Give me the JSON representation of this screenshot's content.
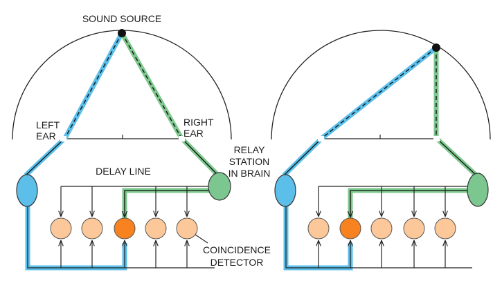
{
  "labels": {
    "sound_source": "SOUND SOURCE",
    "left_ear": [
      "LEFT",
      "EAR"
    ],
    "right_ear": [
      "RIGHT",
      "EAR"
    ],
    "relay_station": [
      "RELAY",
      "STATION",
      "IN BRAIN"
    ],
    "delay_line": "DELAY LINE",
    "coincidence_detector": [
      "COINCIDENCE",
      "DETECTOR"
    ]
  },
  "panels": [
    {
      "name": "source-centered",
      "active_detector": 3,
      "detector_count": 5
    },
    {
      "name": "source-right",
      "active_detector": 2,
      "detector_count": 5
    }
  ],
  "colors": {
    "left_path": "#5bbfea",
    "right_path": "#7ec88e",
    "relay_left": "#5bbfea",
    "relay_right": "#7cc690",
    "detector": "#fcc89a",
    "detector_active": "#f7821f",
    "source_dot": "#111111"
  }
}
